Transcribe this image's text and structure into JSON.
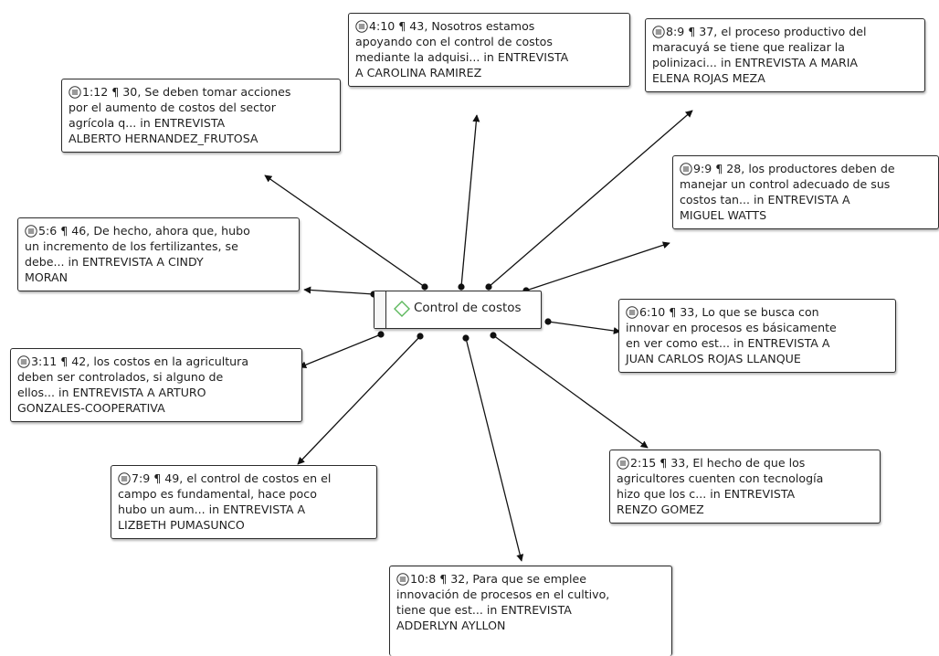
{
  "code": {
    "label": "Control de costos",
    "diamond_color": "#5cb85c"
  },
  "quotes": [
    {
      "id": "q-1-12",
      "line1": "1:12 ¶ 30, Se deben tomar acciones",
      "line2": "por el aumento de costos del sector",
      "line3": "agrícola q... in ENTREVISTA",
      "line4": "ALBERTO HERNANDEZ_FRUTOSA"
    },
    {
      "id": "q-4-10",
      "line1": "4:10 ¶ 43, Nosotros estamos",
      "line2": "apoyando con el control de costos",
      "line3": "mediante la adquisi... in ENTREVISTA",
      "line4": "A CAROLINA RAMIREZ"
    },
    {
      "id": "q-8-9",
      "line1": "8:9 ¶ 37, el proceso productivo del",
      "line2": "maracuyá se tiene que realizar la",
      "line3": "polinizaci... in ENTREVISTA A MARIA",
      "line4": "ELENA ROJAS MEZA"
    },
    {
      "id": "q-9-9",
      "line1": "9:9 ¶ 28, los productores deben de",
      "line2": "manejar un control adecuado de sus",
      "line3": "costos tan... in ENTREVISTA A",
      "line4": "MIGUEL WATTS"
    },
    {
      "id": "q-5-6",
      "line1": "5:6 ¶ 46, De hecho, ahora que, hubo",
      "line2": "un incremento de los fertilizantes, se",
      "line3": "debe... in ENTREVISTA A CINDY",
      "line4": "MORAN"
    },
    {
      "id": "q-6-10",
      "line1": "6:10 ¶ 33, Lo que se busca con",
      "line2": "innovar en procesos es básicamente",
      "line3": "en ver como est... in ENTREVISTA A",
      "line4": "JUAN CARLOS ROJAS LLANQUE"
    },
    {
      "id": "q-3-11",
      "line1": "3:11 ¶ 42, los costos en la agricultura",
      "line2": "deben ser controlados, si alguno de",
      "line3": "ellos... in ENTREVISTA A ARTURO",
      "line4": "GONZALES-COOPERATIVA"
    },
    {
      "id": "q-2-15",
      "line1": "2:15 ¶ 33, El hecho de que los",
      "line2": "agricultores cuenten con tecnología",
      "line3": "hizo que los c... in ENTREVISTA",
      "line4": "RENZO GOMEZ"
    },
    {
      "id": "q-7-9",
      "line1": "7:9 ¶ 49, el control de costos en el",
      "line2": "campo es fundamental, hace poco",
      "line3": "hubo un aum... in ENTREVISTA A",
      "line4": "LIZBETH PUMASUNCO"
    },
    {
      "id": "q-10-8",
      "line1": "10:8 ¶ 32, Para que se emplee",
      "line2": "innovación de procesos en el cultivo,",
      "line3": "tiene que est... in ENTREVISTA",
      "line4": "ADDERLYN AYLLON"
    }
  ]
}
